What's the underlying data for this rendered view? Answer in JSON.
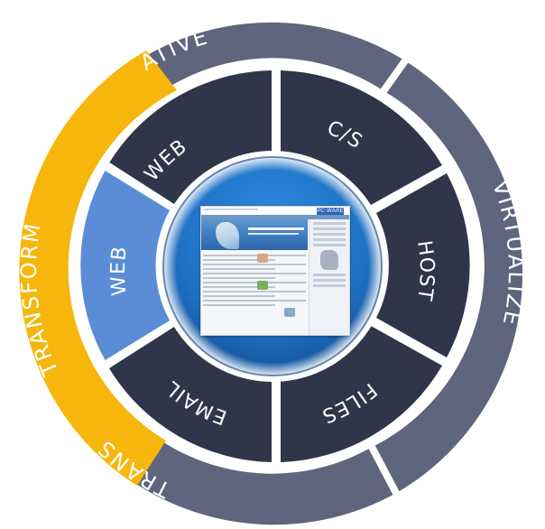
{
  "diagram": {
    "outer_ring": [
      {
        "label": "ATIVE",
        "color": "#5e657c"
      },
      {
        "label": "VIRTUALIZE",
        "color": "#5e657c"
      },
      {
        "label": "TRANS",
        "color": "#5e657c"
      },
      {
        "label": "TRANSFORM",
        "color": "#f6b60b"
      }
    ],
    "inner_ring": [
      {
        "label": "WEB",
        "color": "#30354a"
      },
      {
        "label": "C/S",
        "color": "#30354a"
      },
      {
        "label": "HOST",
        "color": "#30354a"
      },
      {
        "label": "FILES",
        "color": "#30354a"
      },
      {
        "label": "EMAIL",
        "color": "#30354a"
      },
      {
        "label": "WEB",
        "color": "#5b8dd6"
      }
    ],
    "hub": {
      "color": "#1f73c8",
      "screenshot_logo": "PC-WARE"
    },
    "colors": {
      "outer_ring": "#5e657c",
      "inner_ring": "#30354a",
      "highlight_segment": "#5b8dd6",
      "transform_arc": "#f6b60b",
      "hub": "#1f73c8",
      "separator": "#ffffff"
    }
  }
}
